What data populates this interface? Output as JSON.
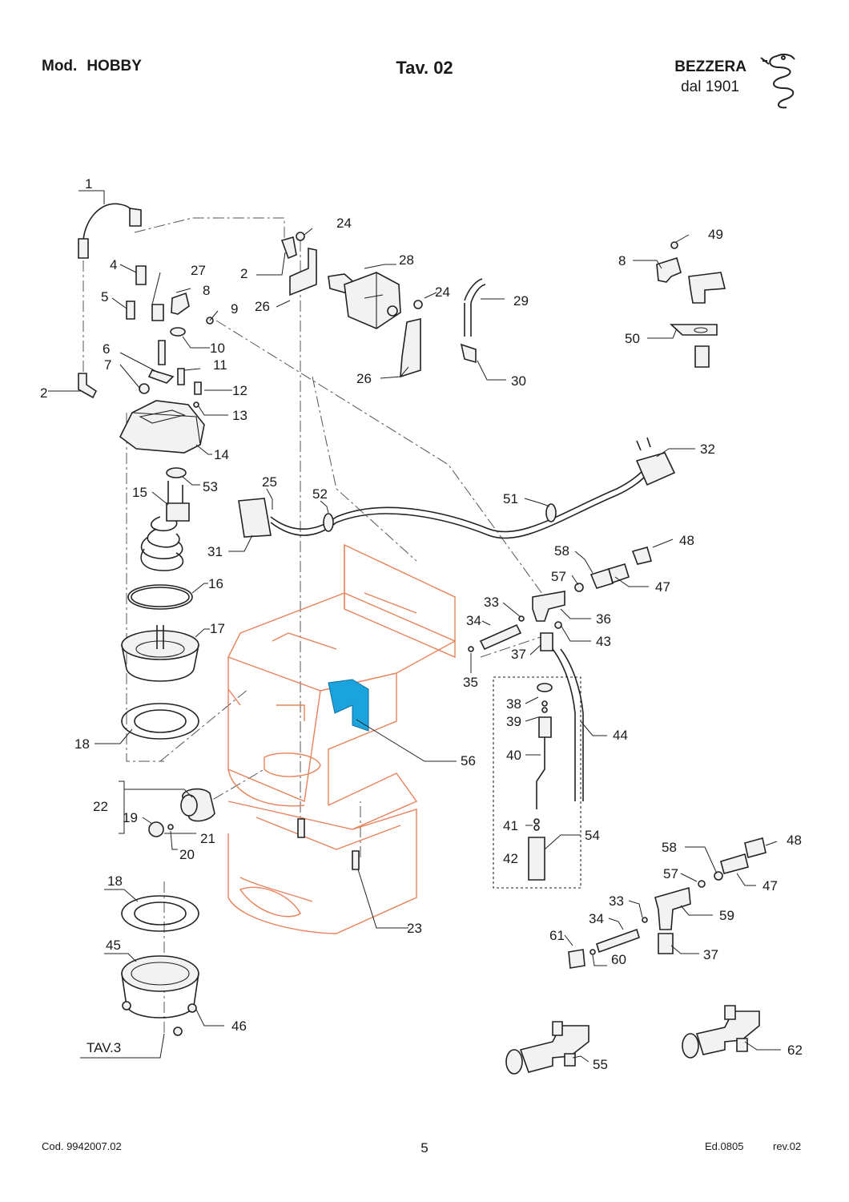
{
  "header": {
    "model_prefix": "Mod.",
    "model_name": "HOBBY",
    "plate": "Tav. 02",
    "brand": "BEZZERA",
    "since": "dal 1901",
    "logo_icon": "serpent-logo-icon"
  },
  "footer": {
    "code": "Cod. 9942007.02",
    "page_number": "5",
    "edition": "Ed.0805",
    "revision": "rev.02"
  },
  "diagram": {
    "reference_label": "TAV.3",
    "highlight_color": "#1ba3de",
    "frame_color": "#e9825a",
    "callouts": [
      {
        "num": "1"
      },
      {
        "num": "2"
      },
      {
        "num": "4"
      },
      {
        "num": "27"
      },
      {
        "num": "8"
      },
      {
        "num": "5"
      },
      {
        "num": "9"
      },
      {
        "num": "10"
      },
      {
        "num": "6"
      },
      {
        "num": "11"
      },
      {
        "num": "7"
      },
      {
        "num": "12"
      },
      {
        "num": "2"
      },
      {
        "num": "13"
      },
      {
        "num": "14"
      },
      {
        "num": "53"
      },
      {
        "num": "15"
      },
      {
        "num": "16"
      },
      {
        "num": "17"
      },
      {
        "num": "18"
      },
      {
        "num": "22"
      },
      {
        "num": "19"
      },
      {
        "num": "21"
      },
      {
        "num": "20"
      },
      {
        "num": "18"
      },
      {
        "num": "45"
      },
      {
        "num": "46"
      },
      {
        "num": "24"
      },
      {
        "num": "2"
      },
      {
        "num": "28"
      },
      {
        "num": "26"
      },
      {
        "num": "24"
      },
      {
        "num": "29"
      },
      {
        "num": "26"
      },
      {
        "num": "30"
      },
      {
        "num": "49"
      },
      {
        "num": "8"
      },
      {
        "num": "50"
      },
      {
        "num": "32"
      },
      {
        "num": "25"
      },
      {
        "num": "52"
      },
      {
        "num": "51"
      },
      {
        "num": "31"
      },
      {
        "num": "48"
      },
      {
        "num": "58"
      },
      {
        "num": "57"
      },
      {
        "num": "47"
      },
      {
        "num": "33"
      },
      {
        "num": "36"
      },
      {
        "num": "34"
      },
      {
        "num": "43"
      },
      {
        "num": "37"
      },
      {
        "num": "35"
      },
      {
        "num": "38"
      },
      {
        "num": "39"
      },
      {
        "num": "44"
      },
      {
        "num": "40"
      },
      {
        "num": "56"
      },
      {
        "num": "41"
      },
      {
        "num": "54"
      },
      {
        "num": "42"
      },
      {
        "num": "23"
      },
      {
        "num": "58"
      },
      {
        "num": "48"
      },
      {
        "num": "57"
      },
      {
        "num": "47"
      },
      {
        "num": "33"
      },
      {
        "num": "59"
      },
      {
        "num": "34"
      },
      {
        "num": "61"
      },
      {
        "num": "60"
      },
      {
        "num": "37"
      },
      {
        "num": "55"
      },
      {
        "num": "62"
      }
    ]
  }
}
